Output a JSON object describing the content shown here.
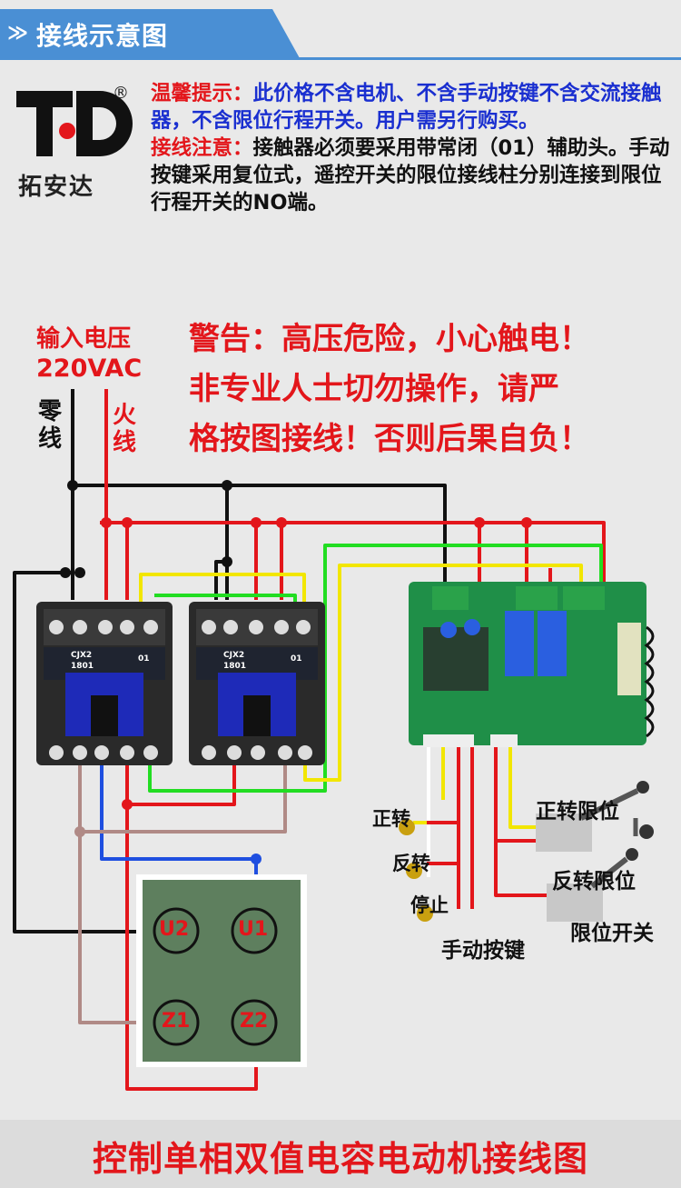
{
  "header": {
    "chevron": "≫",
    "title": "接线示意图"
  },
  "logo": {
    "mark": "TD",
    "registered": "®",
    "name": "拓安达"
  },
  "notice": {
    "tip_label": "温馨提示：",
    "tip_text": "此价格不含电机、不含手动按键不含交流接触器，不含限位行程开关。用户需另行购买。",
    "note_label": "接线注意：",
    "note_text": "接触器必须要采用带常闭（01）辅助头。手动按键采用复位式，遥控开关的限位接线柱分别连接到限位行程开关的NO端。"
  },
  "input": {
    "label": "输入电压",
    "voltage": "220VAC",
    "neutral": "零线",
    "live": "火线"
  },
  "warning": {
    "line1": "警告：高压危险，小心触电！",
    "line2": "非专业人士切勿操作，请严",
    "line3": "格按图接线！否则后果自负！"
  },
  "contactor": {
    "model": "CJX2",
    "code": "1801",
    "aux": "01"
  },
  "motor_terminals": {
    "u2": "U2",
    "u1": "U1",
    "z1": "Z1",
    "z2": "Z2"
  },
  "buttons": {
    "forward": "正转",
    "reverse": "反转",
    "stop": "停止",
    "label": "手动按键"
  },
  "limits": {
    "forward": "正转限位",
    "reverse": "反转限位",
    "label": "限位开关"
  },
  "footer": {
    "title": "控制单相双值电容电动机接线图"
  },
  "colors": {
    "red": "#e3161b",
    "black": "#111111",
    "green": "#22dd22",
    "yellow": "#f2e600",
    "blue": "#1f4fe0",
    "brown": "#b08a86",
    "header_blue": "#4a8fd4",
    "motor_green": "#5e7f5e"
  }
}
